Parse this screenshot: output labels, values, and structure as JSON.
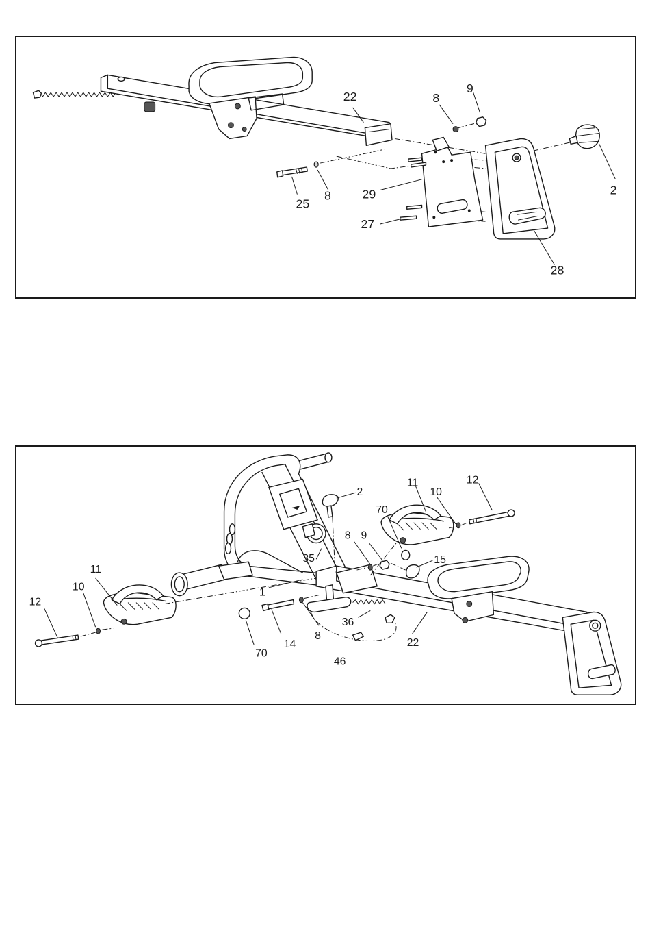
{
  "top_diagram": {
    "callouts": [
      "22",
      "8",
      "9",
      "2",
      "29",
      "25",
      "8",
      "27",
      "28"
    ]
  },
  "bottom_diagram": {
    "callouts": [
      "2",
      "11",
      "10",
      "12",
      "70",
      "8",
      "9",
      "15",
      "35",
      "1",
      "11",
      "12",
      "10",
      "36",
      "22",
      "14",
      "8",
      "70",
      "46"
    ]
  }
}
